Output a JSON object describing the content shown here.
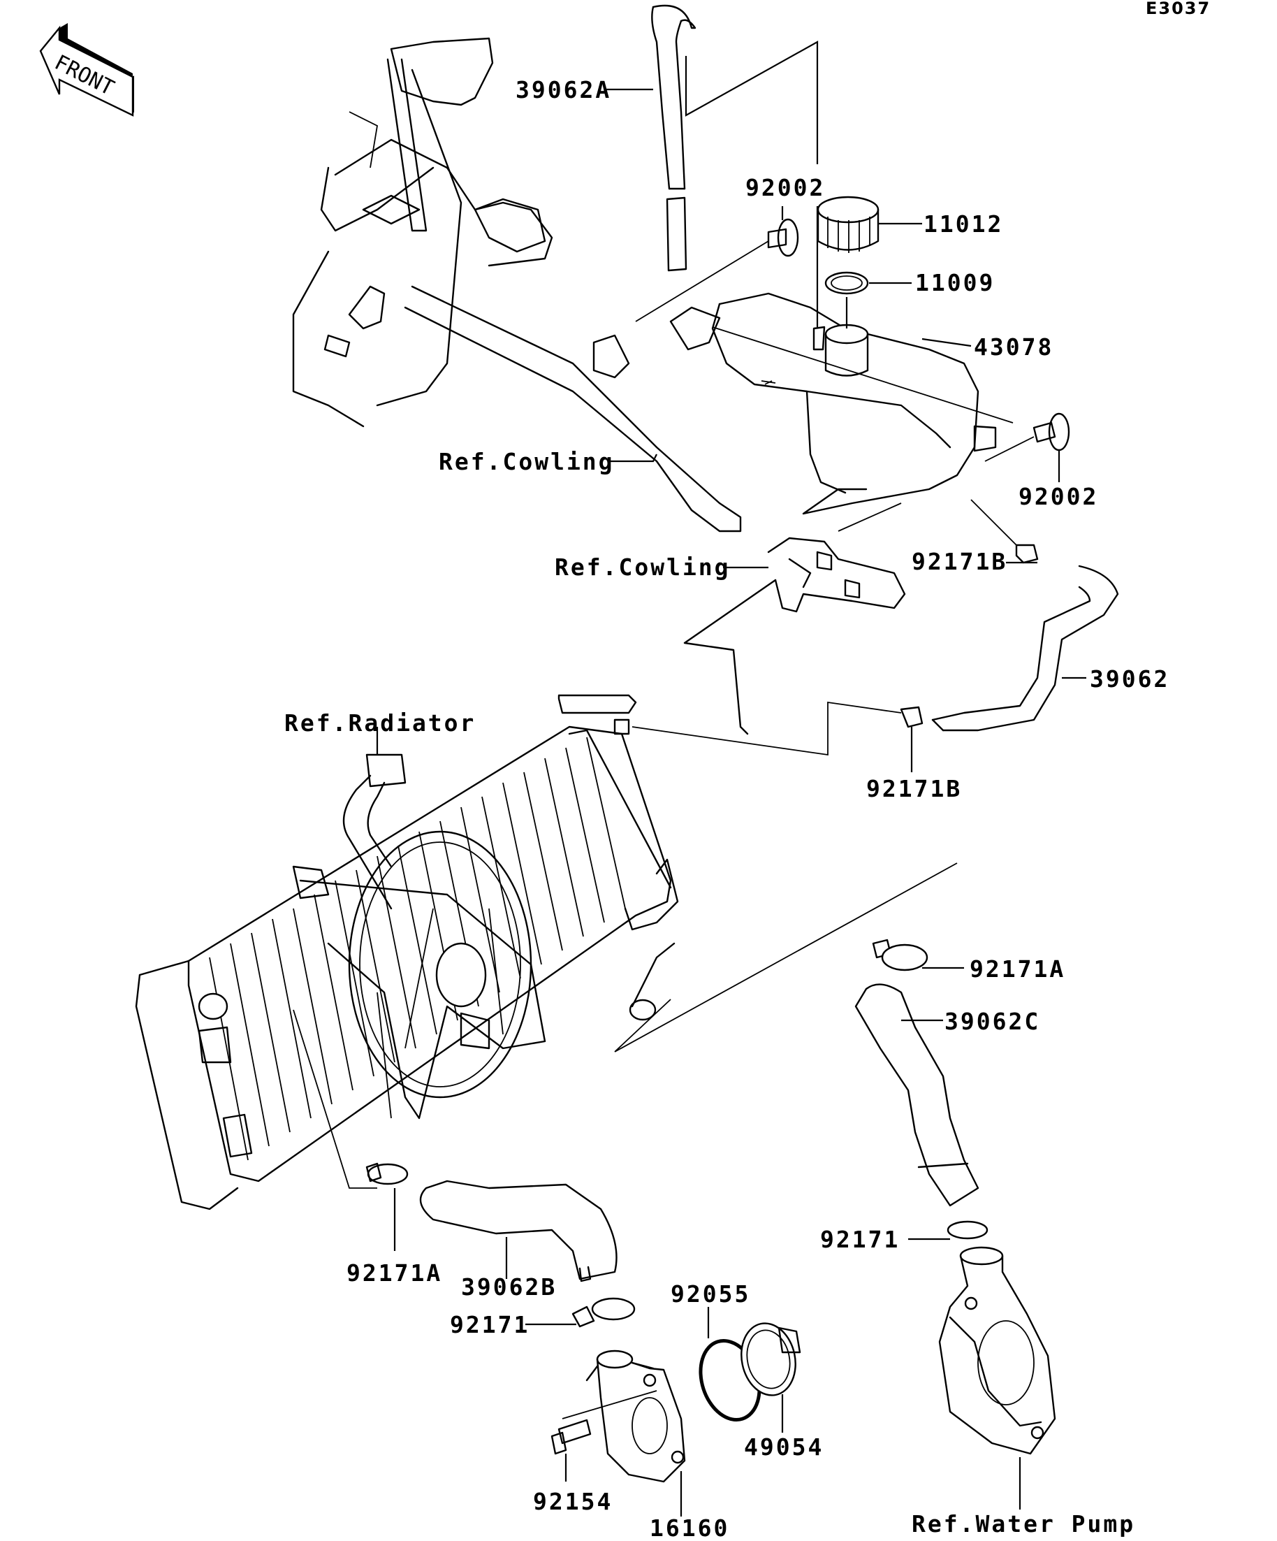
{
  "diagram": {
    "code": "E3037",
    "front_label": "FRONT",
    "parts": [
      {
        "id": "p1",
        "label": "39062A"
      },
      {
        "id": "p2",
        "label": "92002"
      },
      {
        "id": "p3",
        "label": "11012"
      },
      {
        "id": "p4",
        "label": "11009"
      },
      {
        "id": "p5",
        "label": "43078"
      },
      {
        "id": "p6",
        "label": "92002"
      },
      {
        "id": "p7",
        "label": "Ref.Cowling"
      },
      {
        "id": "p8",
        "label": "Ref.Cowling"
      },
      {
        "id": "p9",
        "label": "92171B"
      },
      {
        "id": "p10",
        "label": "39062"
      },
      {
        "id": "p11",
        "label": "92171B"
      },
      {
        "id": "p12",
        "label": "Ref.Radiator"
      },
      {
        "id": "p13",
        "label": "92171A"
      },
      {
        "id": "p14",
        "label": "39062C"
      },
      {
        "id": "p15",
        "label": "92171"
      },
      {
        "id": "p16",
        "label": "92171A"
      },
      {
        "id": "p17",
        "label": "39062B"
      },
      {
        "id": "p18",
        "label": "92055"
      },
      {
        "id": "p19",
        "label": "92171"
      },
      {
        "id": "p20",
        "label": "49054"
      },
      {
        "id": "p21",
        "label": "92154"
      },
      {
        "id": "p22",
        "label": "16160"
      },
      {
        "id": "p23",
        "label": "Ref.Water Pump"
      }
    ]
  }
}
